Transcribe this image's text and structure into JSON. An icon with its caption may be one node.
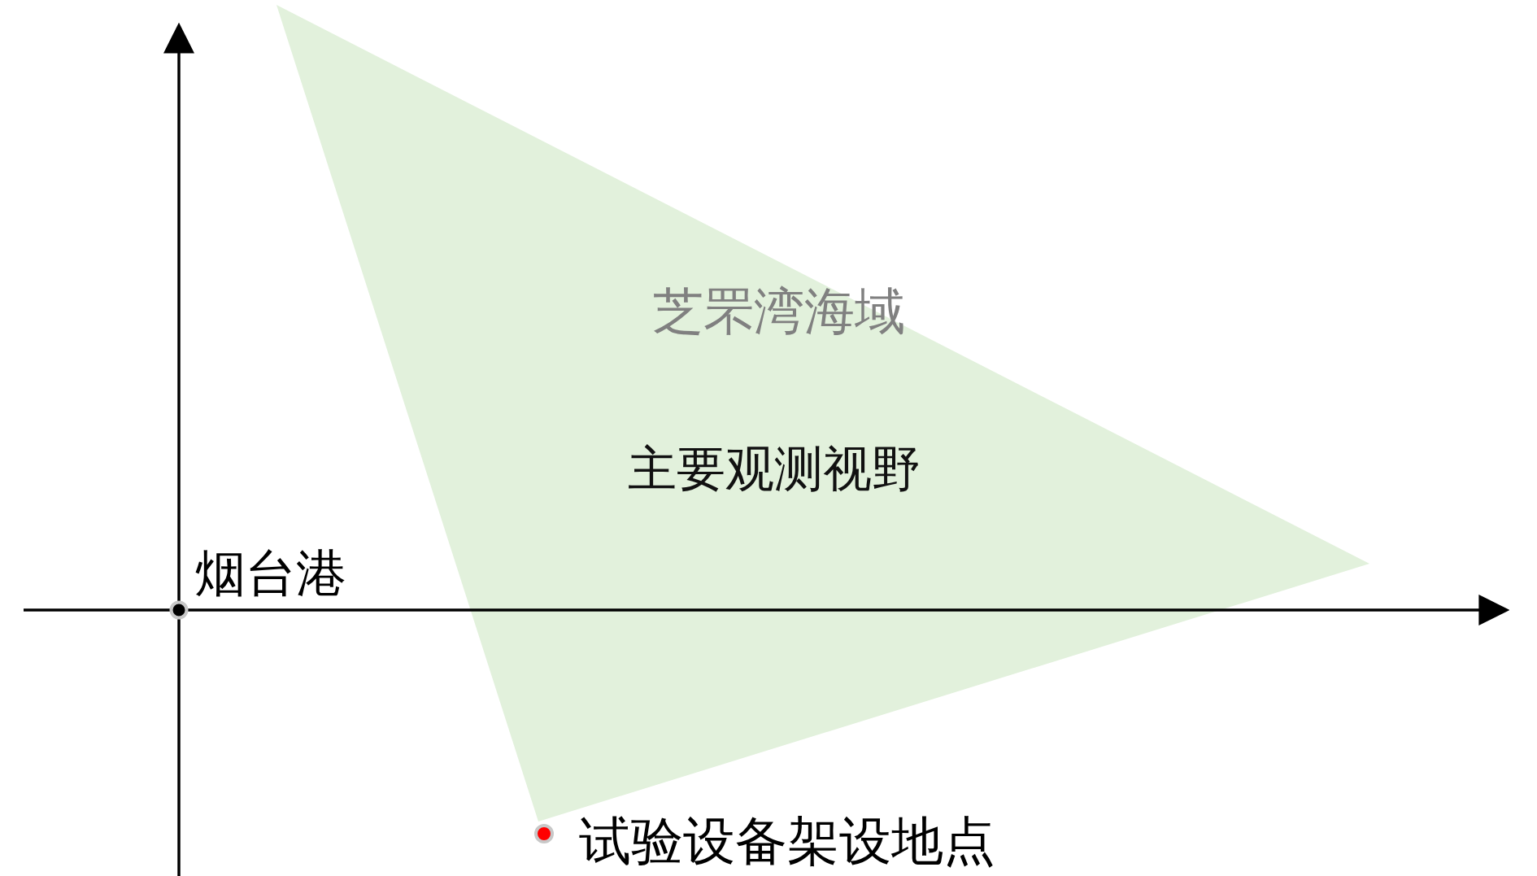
{
  "diagram": {
    "nodes": [
      {
        "text": [
          "主要观测视野"
        ]
      }
    ],
    "labels": [
      "芝罘湾海域",
      "烟台港",
      "试验设备架设地点"
    ]
  }
}
